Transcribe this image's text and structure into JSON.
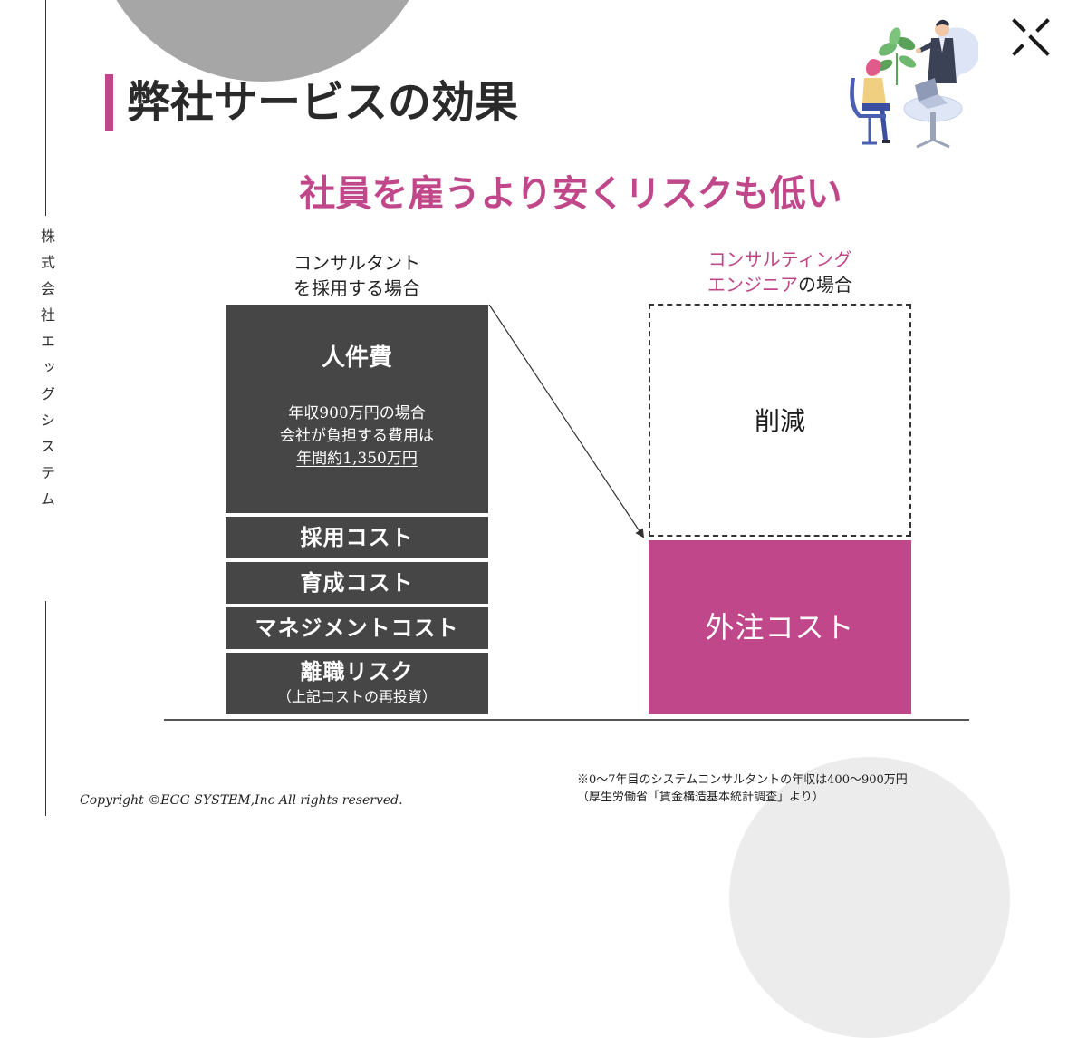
{
  "company": {
    "vertical_name": "株式会社エッグシステム"
  },
  "header": {
    "title": "弊社サービスの効果"
  },
  "headline": "社員を雇うより安くリスクも低い",
  "left_column": {
    "heading_line1": "コンサルタント",
    "heading_line2": "を採用する場合",
    "blocks": {
      "personnel_cost": {
        "title": "人件費",
        "note_line1": "年収900万円の場合",
        "note_line2": "会社が負担する費用は",
        "note_line3": "年間約1,350万円"
      },
      "recruitment": "採用コスト",
      "training": "育成コスト",
      "management": "マネジメントコスト",
      "turnover_title": "離職リスク",
      "turnover_sub": "（上記コストの再投資）"
    }
  },
  "right_column": {
    "heading_line1": "コンサルティング",
    "heading_line2_pink": "エンジニア",
    "heading_line2_rest": "の場合",
    "reduced": "削減",
    "outsourcing": "外注コスト"
  },
  "footer": {
    "copyright": "Copyright ©EGG SYSTEM,Inc All rights reserved.",
    "footnote_line1": "※0〜7年目のシステムコンサルタントの年収は400〜900万円",
    "footnote_line2": "（厚生労働省「賃金構造基本統計調査」より）"
  },
  "colors": {
    "accent": "#c0488a",
    "block_dark": "#464646",
    "circle_gray": "#a6a6a6"
  },
  "icons": {
    "brand": "egg-system-logo-mark",
    "illustration": "business-meeting-illustration"
  }
}
